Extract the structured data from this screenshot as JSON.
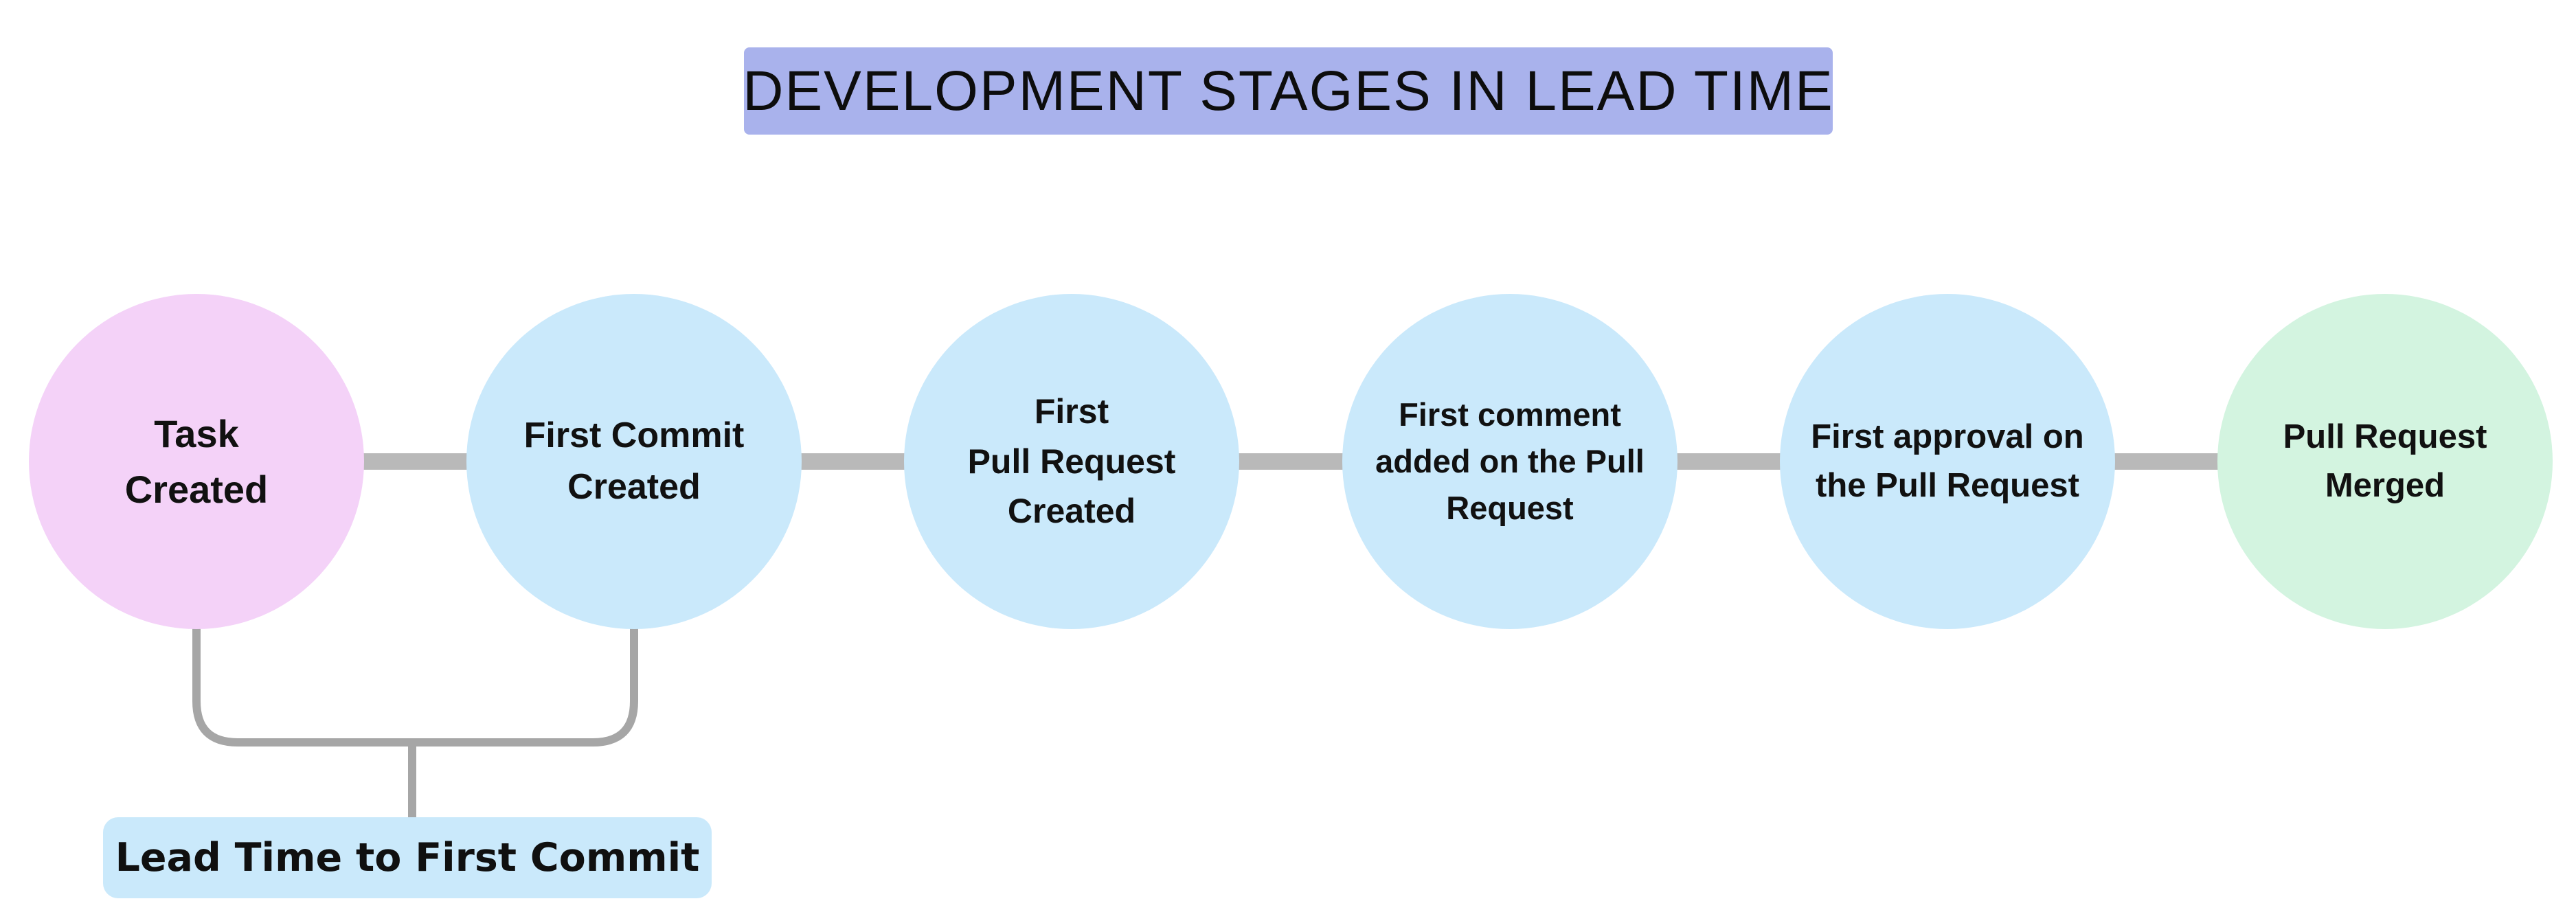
{
  "title": {
    "text": "DEVELOPMENT STAGES IN LEAD TIME",
    "bg_color": "#a9b2ec"
  },
  "flow": {
    "connector_color": "#b9b9b9",
    "nodes": [
      {
        "name": "task-created",
        "label": "Task\nCreated",
        "color": "#f4d2f8"
      },
      {
        "name": "first-commit-created",
        "label": "First Commit\nCreated",
        "color": "#cae9fb"
      },
      {
        "name": "first-pull-request-created",
        "label": "First\nPull Request\nCreated",
        "color": "#cae9fb"
      },
      {
        "name": "first-comment-added",
        "label": "First comment\nadded on the Pull\nRequest",
        "color": "#cae9fb"
      },
      {
        "name": "first-approval",
        "label": "First approval on\nthe Pull Request",
        "color": "#cae9fb"
      },
      {
        "name": "pull-request-merged",
        "label": "Pull Request\nMerged",
        "color": "#d3f4e0"
      }
    ]
  },
  "annotation": {
    "bracket_color": "#a6a6a6",
    "label": {
      "text": "Lead Time to First Commit",
      "bg_color": "#cae9fb"
    }
  }
}
